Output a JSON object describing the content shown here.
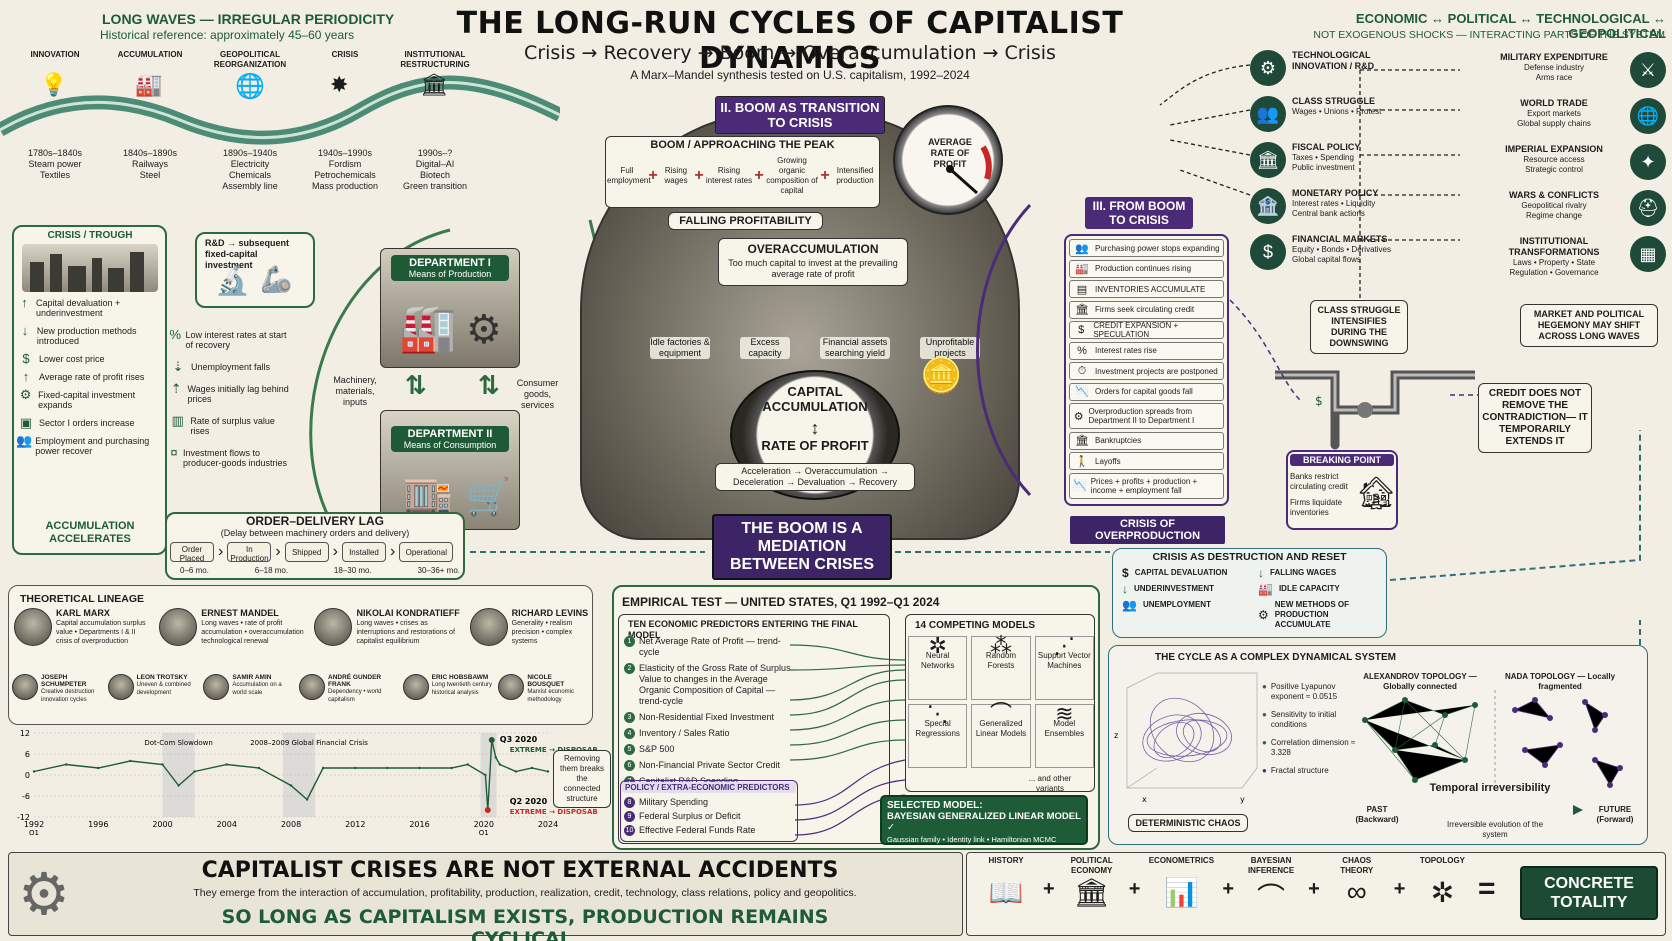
{
  "title": "THE LONG-RUN CYCLES OF CAPITALIST DYNAMICS",
  "subtitle": "Crisis → Recovery → Boom → Overaccumulation → Crisis",
  "tagline": "A Marx–Mandel synthesis tested on U.S. capitalism, 1992–2024",
  "long_waves": {
    "title": "LONG WAVES — IRREGULAR PERIODICITY",
    "ref": "Historical reference: approximately 45–60 years",
    "phases": [
      "INNOVATION",
      "ACCUMULATION",
      "GEOPOLITICAL REORGANIZATION",
      "CRISIS",
      "INSTITUTIONAL RESTRUCTURING"
    ],
    "eras": [
      {
        "years": "1780s–1840s",
        "l1": "Steam power",
        "l2": "Textiles",
        "l3": ""
      },
      {
        "years": "1840s–1890s",
        "l1": "Railways",
        "l2": "Steel",
        "l3": ""
      },
      {
        "years": "1890s–1940s",
        "l1": "Electricity",
        "l2": "Chemicals",
        "l3": "Assembly line"
      },
      {
        "years": "1940s–1990s",
        "l1": "Fordism",
        "l2": "Petrochemicals",
        "l3": "Mass production"
      },
      {
        "years": "1990s–?",
        "l1": "Digital–AI",
        "l2": "Biotech",
        "l3": "Green transition"
      }
    ]
  },
  "top_right": {
    "title": "ECONOMIC ↔ POLITICAL ↔ TECHNOLOGICAL ↔ GEOPOLITICAL",
    "sub": "NOT EXOGENOUS SHOCKS — INTERACTING PARTS OF THE SYSTEM",
    "left": [
      {
        "h": "TECHNOLOGICAL INNOVATION / R&D",
        "d1": "",
        "d2": ""
      },
      {
        "h": "CLASS STRUGGLE",
        "d1": "Wages • Unions • Protest",
        "d2": ""
      },
      {
        "h": "FISCAL POLICY",
        "d1": "Taxes • Spending",
        "d2": "Public investment"
      },
      {
        "h": "MONETARY POLICY",
        "d1": "Interest rates • Liquidity",
        "d2": "Central bank actions"
      },
      {
        "h": "FINANCIAL MARKETS",
        "d1": "Equity • Bonds • Derivatives",
        "d2": "Global capital flows"
      }
    ],
    "right": [
      {
        "h": "MILITARY EXPENDITURE",
        "d1": "Defense industry",
        "d2": "Arms race"
      },
      {
        "h": "WORLD TRADE",
        "d1": "Export markets",
        "d2": "Global supply chains"
      },
      {
        "h": "IMPERIAL EXPANSION",
        "d1": "Resource access",
        "d2": "Strategic control"
      },
      {
        "h": "WARS & CONFLICTS",
        "d1": "Geopolitical rivalry",
        "d2": "Regime change"
      },
      {
        "h": "INSTITUTIONAL TRANSFORMATIONS",
        "d1": "Laws • Property • State",
        "d2": "Regulation • Governance"
      }
    ],
    "class_struggle_note": "CLASS STRUGGLE INTENSIFIES DURING THE DOWNSWING",
    "hegemony_note": "MARKET AND POLITICAL HEGEMONY MAY SHIFT ACROSS LONG WAVES",
    "credit_note": "CREDIT DOES NOT REMOVE THE CONTRADICTION— IT TEMPORARILY EXTENDS IT",
    "breaking_point": {
      "title": "BREAKING POINT",
      "l1": "Banks restrict circulating credit",
      "l2": "Firms liquidate inventories"
    }
  },
  "crisis_trough": {
    "title": "CRISIS / TROUGH",
    "items": [
      "Capital devaluation + underinvestment",
      "New production methods introduced",
      "Lower cost price",
      "Average rate of profit rises",
      "Fixed-capital investment expands",
      "Sector I orders increase",
      "Employment and purchasing power recover"
    ],
    "footer": "ACCUMULATION ACCELERATES",
    "recovery": [
      "Low interest rates at start of recovery",
      "Unemployment falls",
      "Wages initially lag behind prices",
      "Rate of surplus value rises",
      "Investment flows to producer-goods industries"
    ],
    "rd": "R&D → subsequent fixed-capital investment"
  },
  "departments": {
    "d1_title": "DEPARTMENT I",
    "d1_sub": "Means of Production",
    "d2_title": "DEPARTMENT II",
    "d2_sub": "Means of Consumption",
    "left_flow": "Machinery, materials, inputs",
    "right_flow": "Consumer goods, services"
  },
  "order_lag": {
    "title": "ORDER–DELIVERY LAG",
    "sub": "(Delay between machinery orders and delivery)",
    "steps": [
      "Order Placed",
      "In Production",
      "Shipped",
      "Installed",
      "Operational"
    ],
    "times": [
      "0–6 mo.",
      "6–18 mo.",
      "18–30 mo.",
      "30–36+ mo."
    ]
  },
  "boom": {
    "banner": "II. BOOM AS TRANSITION TO CRISIS",
    "title": "BOOM / APPROACHING THE PEAK",
    "factors": [
      "Full employment",
      "Rising wages",
      "Rising interest rates",
      "Growing organic composition of capital",
      "Intensified production"
    ],
    "falling": "FALLING PROFITABILITY",
    "gauge": "AVERAGE RATE OF PROFIT",
    "overacc_title": "OVERACCUMULATION",
    "overacc_desc": "Too much capital to invest at the prevailing average rate of profit",
    "symptoms": [
      "Idle factories & equipment",
      "Excess capacity",
      "Financial assets searching yield",
      "Unprofitable projects"
    ],
    "center_top": "CAPITAL ACCUMULATION",
    "center_bot": "RATE OF PROFIT",
    "cycle_l1": "Acceleration → Overaccumulation →",
    "cycle_l2": "Deceleration → Devaluation → Recovery",
    "mediation": "THE BOOM IS A MEDIATION BETWEEN CRISES"
  },
  "boom_crisis": {
    "banner": "III. FROM BOOM TO CRISIS",
    "items": [
      "Purchasing power stops expanding",
      "Production continues rising",
      "INVENTORIES ACCUMULATE",
      "Firms seek circulating credit",
      "CREDIT EXPANSION + SPECULATION",
      "Interest rates rise",
      "Investment projects are postponed",
      "Orders for capital goods fall",
      "Overproduction spreads from Department II to Department I",
      "Bankruptcies",
      "Layoffs",
      "Prices + profits + production + income + employment fall"
    ],
    "footer": "CRISIS OF OVERPRODUCTION"
  },
  "destruction": {
    "title": "CRISIS AS DESTRUCTION AND RESET",
    "left": [
      "CAPITAL DEVALUATION",
      "UNDERINVESTMENT",
      "UNEMPLOYMENT"
    ],
    "right": [
      "FALLING WAGES",
      "IDLE CAPACITY",
      "NEW METHODS OF PRODUCTION ACCUMULATE"
    ]
  },
  "lineage": {
    "title": "THEORETICAL LINEAGE",
    "main": [
      {
        "name": "KARL MARX",
        "desc": "Capital accumulation surplus value • Departments I & II crisis of overproduction"
      },
      {
        "name": "ERNEST MANDEL",
        "desc": "Long waves • rate of profit accumulation • overaccumulation technological renewal"
      },
      {
        "name": "NIKOLAI KONDRATIEFF",
        "desc": "Long waves • crises as interruptions and restorations of capitalist equilibrium"
      },
      {
        "name": "RICHARD LEVINS",
        "desc": "Generality • realism precision • complex systems"
      }
    ],
    "minor": [
      {
        "name": "JOSEPH SCHUMPETER",
        "desc": "Creative destruction innovation cycles"
      },
      {
        "name": "LEON TROTSKY",
        "desc": "Uneven & combined development"
      },
      {
        "name": "SAMIR AMIN",
        "desc": "Accumulation on a world scale"
      },
      {
        "name": "ANDRÉ GUNDER FRANK",
        "desc": "Dependency • world capitalism"
      },
      {
        "name": "ERIC HOBSBAWM",
        "desc": "Long twentieth century historical analysis"
      },
      {
        "name": "NICOLE BOUSQUET",
        "desc": "Marxist economic methodology"
      }
    ]
  },
  "chart_data": {
    "type": "line",
    "x": [
      1992,
      1994,
      1996,
      1998,
      2000,
      2001,
      2002,
      2004,
      2006,
      2008,
      2009,
      2010,
      2012,
      2014,
      2016,
      2018,
      2019,
      2020.1,
      2020.25,
      2020.5,
      2020.75,
      2021,
      2022,
      2023,
      2024
    ],
    "y": [
      1,
      3,
      2,
      4,
      3,
      -3,
      1,
      3,
      2,
      -3,
      -7,
      2,
      2,
      2,
      2,
      2,
      3,
      0,
      -10,
      10,
      5,
      3,
      1,
      2,
      1
    ],
    "xticks": [
      "1992",
      "1996",
      "2000",
      "2004",
      "2008",
      "2012",
      "2016",
      "2020",
      "2024"
    ],
    "x_start_label": "Q1",
    "x_2020_label": "Q1",
    "yticks": [
      "12",
      "6",
      "0",
      "-6",
      "-12"
    ],
    "ylim": [
      -12,
      12
    ],
    "events": [
      {
        "label": "Dot-Com Slowdown",
        "x0": 2000,
        "x1": 2002
      },
      {
        "label": "2008–2009 Global Financial Crisis",
        "x0": 2007.5,
        "x1": 2009.5
      },
      {
        "label": "",
        "x0": 2019.8,
        "x1": 2020.8
      }
    ],
    "q3_label": "Q3 2020",
    "q3_note": "EXTREME → DISPOSABLE",
    "q2_label": "Q2 2020",
    "q2_note": "EXTREME → DISPOSABLE",
    "removing_note": "Removing them breaks the connected structure"
  },
  "empirical": {
    "title": "EMPIRICAL TEST — UNITED STATES, Q1 1992–Q1 2024",
    "pred_title": "TEN ECONOMIC PREDICTORS ENTERING THE FINAL MODEL",
    "predictors": [
      "Net Average Rate of Profit — trend-cycle",
      "Elasticity of the Gross Rate of Surplus Value to changes in the Average Organic Composition of Capital — trend-cycle",
      "Non-Residential Fixed Investment",
      "Inventory / Sales Ratio",
      "S&P 500",
      "Non-Financial Private Sector Credit",
      "Capitalist R&D Spending"
    ],
    "policy_title": "POLICY / EXTRA-ECONOMIC PREDICTORS",
    "policy": [
      "Military Spending",
      "Federal Surplus or Deficit",
      "Effective Federal Funds Rate"
    ],
    "models_title": "14 COMPETING MODELS",
    "models": [
      "Neural Networks",
      "Random Forests",
      "Support Vector Machines",
      "Special Regressions",
      "Generalized Linear Models",
      "Model Ensembles"
    ],
    "models_more": "... and other variants",
    "selected_title": "SELECTED MODEL:",
    "selected_name": "BAYESIAN GENERALIZED LINEAR MODEL ✓",
    "selected_sub": "Gaussian family • Identity link • Hamiltonian MCMC"
  },
  "chaos": {
    "title": "THE CYCLE AS A COMPLEX DYNAMICAL SYSTEM",
    "facts": [
      "Positive Lyapunov exponent ≈ 0.0515",
      "Sensitivity to initial conditions",
      "Correlation dimension ≈ 3.328",
      "Fractal structure"
    ],
    "det_chaos": "DETERMINISTIC CHAOS",
    "alex": "ALEXANDROV TOPOLOGY — Globally connected",
    "nada": "NADA TOPOLOGY — Locally fragmented",
    "temporal": "Temporal irreversibility",
    "past": "PAST (Backward)",
    "future": "FUTURE (Forward)",
    "irrev": "Irreversible evolution of the system"
  },
  "bottom": {
    "headline": "CAPITALIST CRISES ARE NOT EXTERNAL ACCIDENTS",
    "line": "They emerge from the interaction of accumulation, profitability, production, realization, credit, technology, class relations, policy and geopolitics.",
    "slogan": "SO LONG AS CAPITALISM EXISTS, PRODUCTION REMAINS CYCLICAL.",
    "eq": [
      "HISTORY",
      "POLITICAL ECONOMY",
      "ECONOMETRICS",
      "BAYESIAN INFERENCE",
      "CHAOS THEORY",
      "TOPOLOGY"
    ],
    "result": "CONCRETE TOTALITY"
  }
}
